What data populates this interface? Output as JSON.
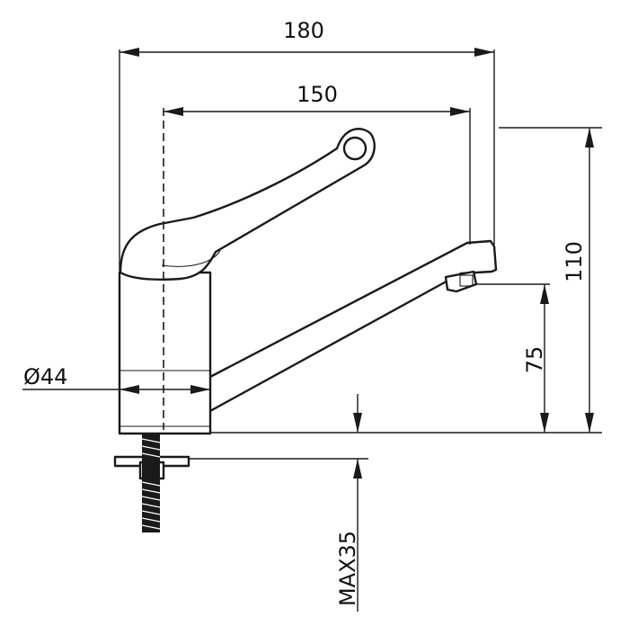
{
  "dimensions": {
    "overall_width": "180",
    "spout_reach": "150",
    "overall_height": "110",
    "spout_height": "75",
    "base_diameter": "Ø44",
    "max_deck_thickness": "MAX35"
  }
}
